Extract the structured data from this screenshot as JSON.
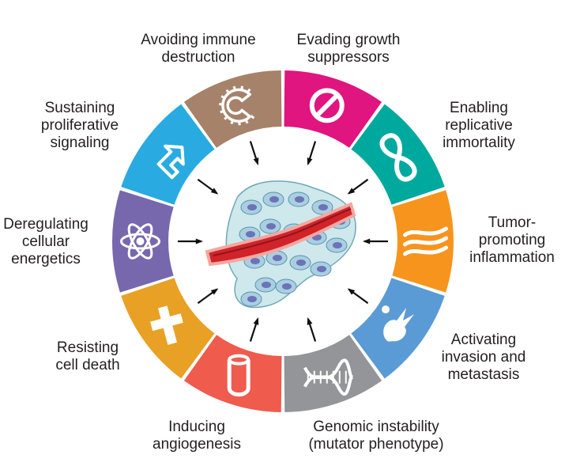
{
  "hallmarks": [
    {
      "key": "immune",
      "lines": [
        "Avoiding immune",
        "destruction"
      ],
      "color": "#a6826a",
      "icon": "pac-cell-icon"
    },
    {
      "key": "suppressors",
      "lines": [
        "Evading growth",
        "suppressors"
      ],
      "color": "#e0157f",
      "icon": "prohibited-icon"
    },
    {
      "key": "immortality",
      "lines": [
        "Enabling",
        "replicative",
        "immortality"
      ],
      "color": "#00a99d",
      "icon": "infinity-icon"
    },
    {
      "key": "inflammation",
      "lines": [
        "Tumor-",
        "promoting",
        "inflammation"
      ],
      "color": "#f7941d",
      "icon": "flame-icon"
    },
    {
      "key": "invasion",
      "lines": [
        "Activating",
        "invasion and",
        "metastasis"
      ],
      "color": "#5a9bd5",
      "icon": "invading-cell-icon"
    },
    {
      "key": "genomic",
      "lines": [
        "Genomic instability",
        "(mutator phenotype)"
      ],
      "color": "#939598",
      "icon": "dna-helix-icon"
    },
    {
      "key": "angiogenesis",
      "lines": [
        "Inducing",
        "angiogenesis"
      ],
      "color": "#ef5b4d",
      "icon": "blood-vessel-icon"
    },
    {
      "key": "death",
      "lines": [
        "Resisting",
        "cell death"
      ],
      "color": "#e8a125",
      "icon": "cross-icon"
    },
    {
      "key": "energetics",
      "lines": [
        "Deregulating",
        "cellular",
        "energetics"
      ],
      "color": "#7768ae",
      "icon": "atom-icon"
    },
    {
      "key": "proliferative",
      "lines": [
        "Sustaining",
        "proliferative",
        "signaling"
      ],
      "color": "#29abe2",
      "icon": "upward-arrow-icon"
    }
  ],
  "center_icon": "tumor-tissue-icon",
  "arrow_icon": "inward-arrow-icon"
}
